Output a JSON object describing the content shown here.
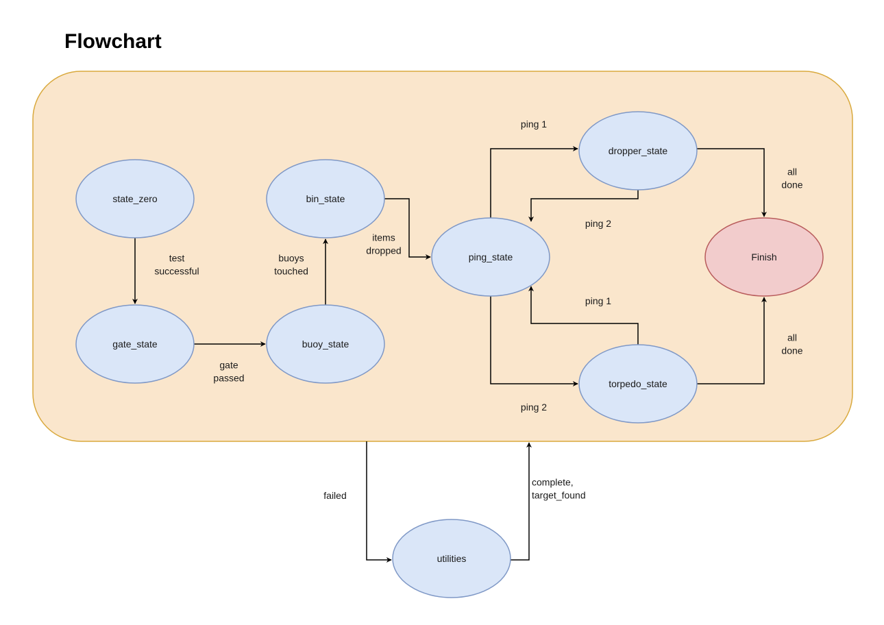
{
  "title": "Flowchart",
  "colors": {
    "container_fill": "#fae6cc",
    "container_stroke": "#d9a93d",
    "state_fill": "#dae6f8",
    "state_stroke": "#7f98c6",
    "finish_fill": "#f2cccc",
    "finish_stroke": "#b85b5b",
    "edge": "#000000"
  },
  "nodes": [
    {
      "id": "state_zero",
      "label": "state_zero",
      "kind": "state"
    },
    {
      "id": "gate_state",
      "label": "gate_state",
      "kind": "state"
    },
    {
      "id": "buoy_state",
      "label": "buoy_state",
      "kind": "state"
    },
    {
      "id": "bin_state",
      "label": "bin_state",
      "kind": "state"
    },
    {
      "id": "ping_state",
      "label": "ping_state",
      "kind": "state"
    },
    {
      "id": "dropper_state",
      "label": "dropper_state",
      "kind": "state"
    },
    {
      "id": "torpedo_state",
      "label": "torpedo_state",
      "kind": "state"
    },
    {
      "id": "finish",
      "label": "Finish",
      "kind": "finish"
    },
    {
      "id": "utilities",
      "label": "utilities",
      "kind": "state"
    }
  ],
  "edges": [
    {
      "id": "zero-to-gate",
      "from": "state_zero",
      "to": "gate_state",
      "label": [
        "test",
        "successful"
      ]
    },
    {
      "id": "gate-to-buoy",
      "from": "gate_state",
      "to": "buoy_state",
      "label": [
        "gate",
        "passed"
      ]
    },
    {
      "id": "buoy-to-bin",
      "from": "buoy_state",
      "to": "bin_state",
      "label": [
        "buoys",
        "touched"
      ]
    },
    {
      "id": "bin-to-ping",
      "from": "bin_state",
      "to": "ping_state",
      "label": [
        "items",
        "dropped"
      ]
    },
    {
      "id": "ping-to-dropper",
      "from": "ping_state",
      "to": "dropper_state",
      "label": [
        "ping 1"
      ]
    },
    {
      "id": "dropper-to-ping",
      "from": "dropper_state",
      "to": "ping_state",
      "label": [
        "ping 2"
      ]
    },
    {
      "id": "ping-to-torpedo",
      "from": "ping_state",
      "to": "torpedo_state",
      "label": [
        "ping 2"
      ]
    },
    {
      "id": "torpedo-to-ping",
      "from": "torpedo_state",
      "to": "ping_state",
      "label": [
        "ping 1"
      ]
    },
    {
      "id": "dropper-to-finish",
      "from": "dropper_state",
      "to": "finish",
      "label": [
        "all",
        "done"
      ]
    },
    {
      "id": "torpedo-to-finish",
      "from": "torpedo_state",
      "to": "finish",
      "label": [
        "all",
        "done"
      ]
    },
    {
      "id": "container-to-utilities",
      "from": "container",
      "to": "utilities",
      "label": [
        "failed"
      ]
    },
    {
      "id": "utilities-to-container",
      "from": "utilities",
      "to": "container",
      "label": [
        "complete,",
        "target_found"
      ]
    }
  ]
}
